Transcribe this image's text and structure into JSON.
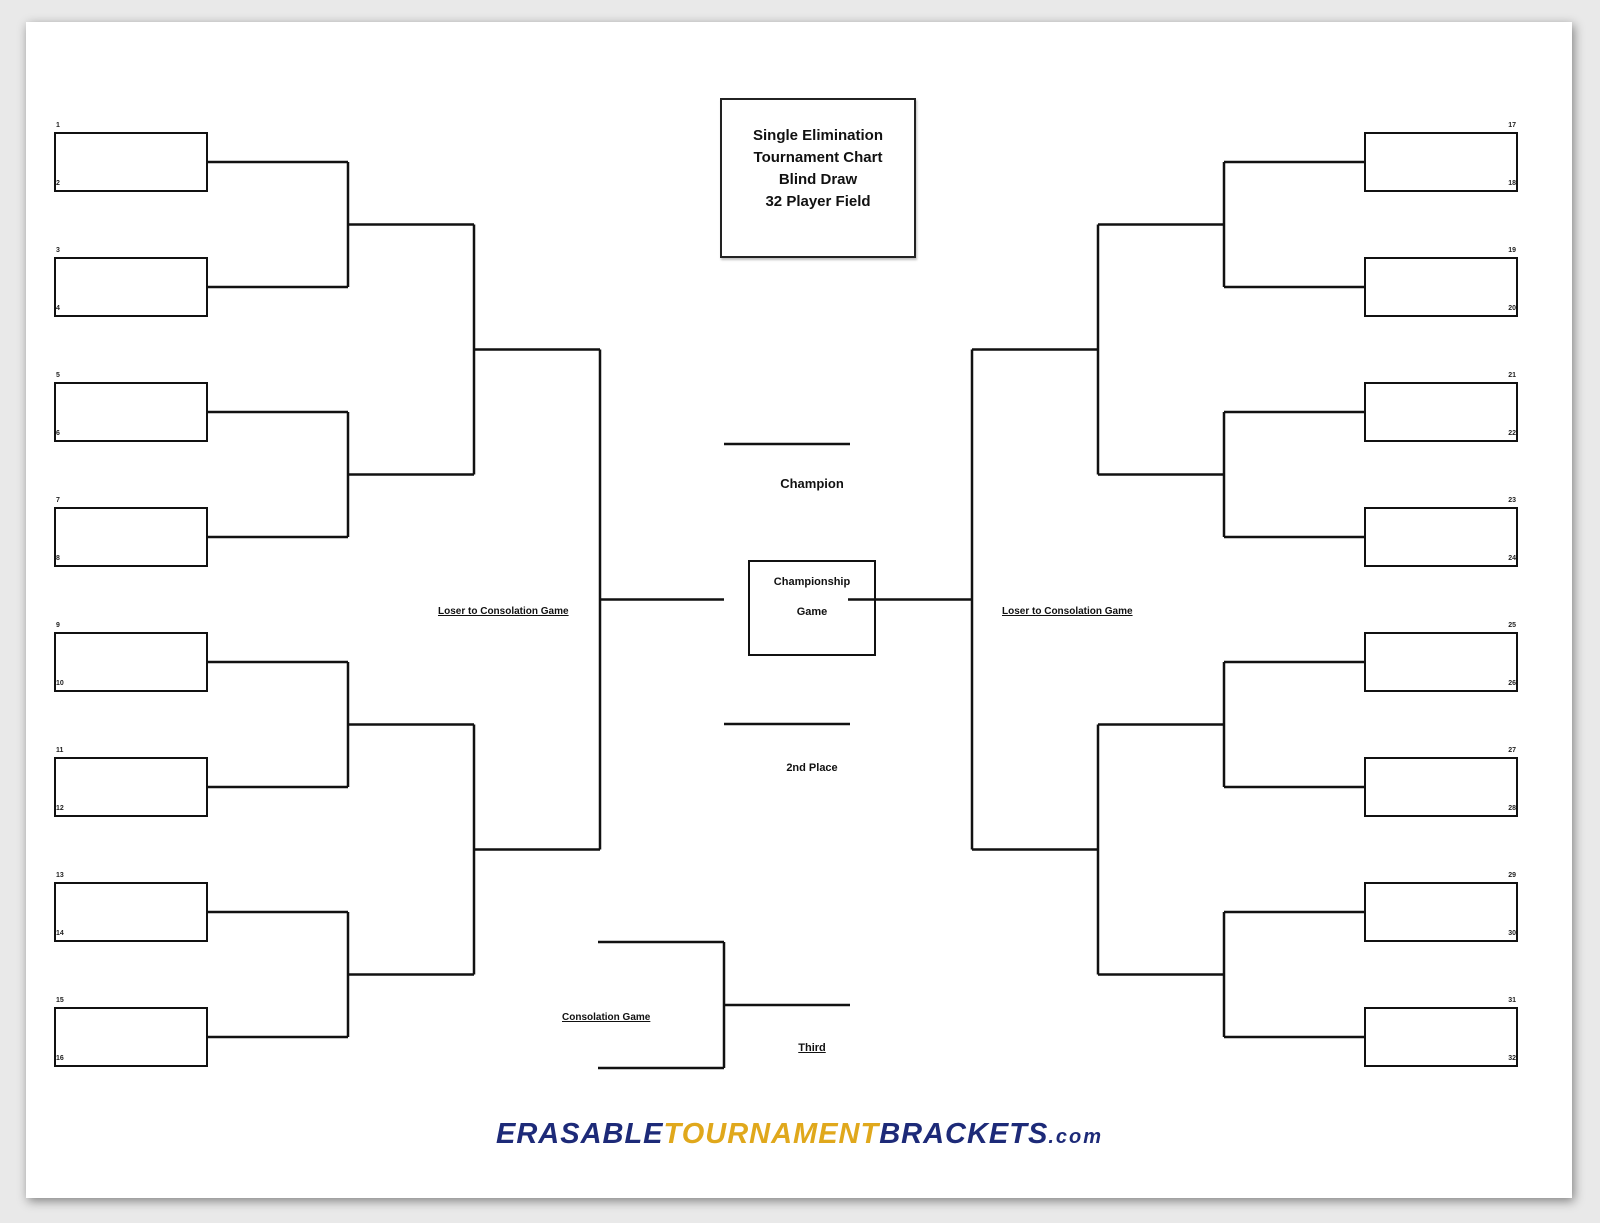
{
  "title": {
    "lines": [
      "Single Elimination",
      "Tournament Chart",
      "Blind Draw",
      "32 Player Field"
    ]
  },
  "center": {
    "champion_label": "Champion",
    "championship_game_lines": [
      "Championship",
      "Game"
    ],
    "second_place_label": "2nd Place",
    "third_label": "Third",
    "loser_left_label": "Loser to Consolation Game",
    "loser_right_label": "Loser to Consolation Game",
    "consolation_label": "Consolation Game"
  },
  "seeds": {
    "left": [
      "1",
      "2",
      "3",
      "4",
      "5",
      "6",
      "7",
      "8",
      "9",
      "10",
      "11",
      "12",
      "13",
      "14",
      "15",
      "16"
    ],
    "right": [
      "17",
      "18",
      "19",
      "20",
      "21",
      "22",
      "23",
      "24",
      "25",
      "26",
      "27",
      "28",
      "29",
      "30",
      "31",
      "32"
    ]
  },
  "logo": {
    "part1": "ERASABLE",
    "part2": "TOURNAMENT",
    "part3": "BRACKETS",
    "part4": ".com"
  },
  "colors": {
    "line": "#111111",
    "logo_navy": "#1d2a78",
    "logo_gold": "#e0a81c"
  }
}
